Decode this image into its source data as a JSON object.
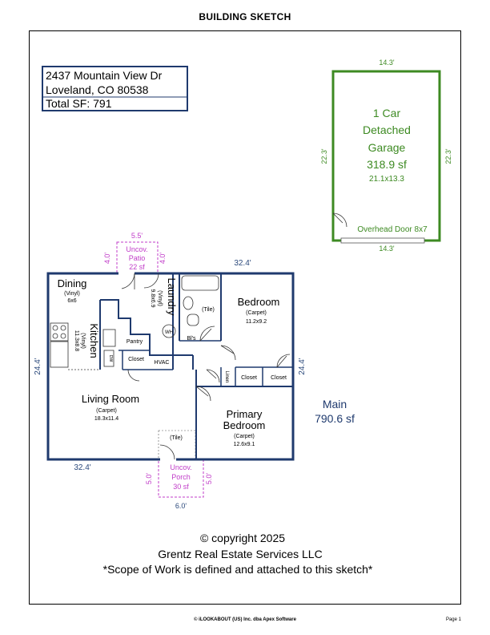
{
  "page": {
    "title": "BUILDING SKETCH"
  },
  "info_box": {
    "address_line1": "2437 Mountain View Dr",
    "address_line2": "Loveland, CO 80538",
    "total_sf": "Total SF: 791"
  },
  "garage": {
    "line1": "1 Car",
    "line2": "Detached",
    "line3": "Garage",
    "area": "318.9 sf",
    "size": "21.1x13.3",
    "door": "Overhead Door 8x7",
    "dim_top": "14.3'",
    "dim_bottom": "14.3'",
    "dim_left": "22.3'",
    "dim_right": "22.3'"
  },
  "patio": {
    "line1": "Uncov.",
    "line2": "Patio",
    "area": "22 sf",
    "dim_top": "5.5'",
    "dim_left": "4.0'",
    "dim_right": "4.0'"
  },
  "porch": {
    "line1": "Uncov.",
    "line2": "Porch",
    "area": "30 sf",
    "dim_bottom": "6.0'",
    "dim_left": "5.0'",
    "dim_right": "5.0'"
  },
  "main_dims": {
    "top": "32.4'",
    "bottom": "32.4'",
    "left": "24.4'",
    "right": "24.4'"
  },
  "main_label": {
    "name": "Main",
    "area": "790.6 sf"
  },
  "rooms": {
    "dining": {
      "name": "Dining",
      "floor": "(Vinyl)",
      "size": "6x6"
    },
    "laundry": {
      "name": "Laundry",
      "floor": "(Vinyl)",
      "size": "9.8x6.9"
    },
    "kitchen": {
      "name": "Kitchen",
      "floor": "(Vinyl)",
      "size": "11.3x8.8"
    },
    "bedroom": {
      "name": "Bedroom",
      "floor": "(Carpet)",
      "size": "11.2x9.2"
    },
    "living": {
      "name": "Living Room",
      "floor": "(Carpet)",
      "size": "18.3x11.4"
    },
    "primary": {
      "line1": "Primary",
      "line2": "Bedroom",
      "floor": "(Carpet)",
      "size": "12.6x9.1"
    }
  },
  "labels": {
    "tile_bath": "(Tile)",
    "tile_porch": "(Tile)",
    "pantry": "Pantry",
    "closet_kitchen": "Closet",
    "hvac": "HVAC",
    "linen": "Linen",
    "closet1": "Closet",
    "closet2": "Closet",
    "bis": "Bl's",
    "wh": "WH",
    "dw": "DW"
  },
  "copyright": {
    "line1": "© copyright 2025",
    "line2": "Grentz Real Estate Services LLC",
    "line3": "*Scope of Work is defined and attached to this sketch*"
  },
  "footer": {
    "credit": "© iLOOKABOUT (US) Inc. dba Apex Software",
    "page": "Page 1"
  },
  "colors": {
    "wall": "#1f3a6e",
    "garage": "#3d8a22",
    "patio": "#c03cc8",
    "dim": "#2c4a7c"
  }
}
